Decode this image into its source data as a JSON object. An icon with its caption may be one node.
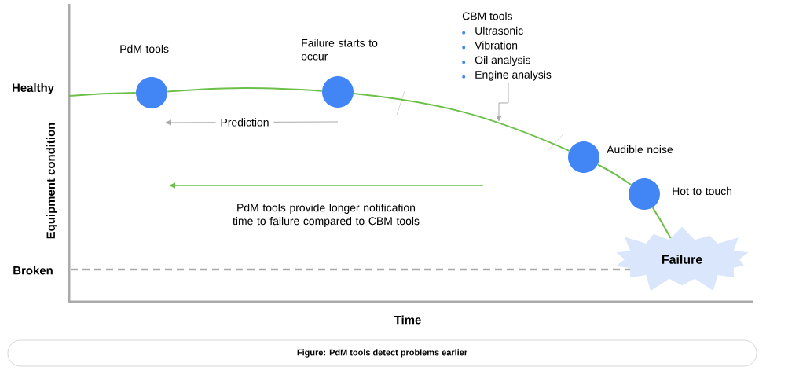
{
  "diagram": {
    "caption": "Figure: PdM tools detect problems earlier",
    "nodes": [
      {
        "text": [],
        "shape": "circle",
        "beside": [
          "PdM tools"
        ]
      },
      {
        "text": [],
        "shape": "circle",
        "beside": [
          "Failure starts to occur"
        ]
      },
      {
        "text": [
          "CBM tools",
          "Ultrasonic",
          "Vibration",
          "Oil analysis",
          "Engine analysis"
        ]
      },
      {
        "text": [],
        "shape": "circle",
        "beside": [
          "Audible noise"
        ]
      },
      {
        "text": [],
        "shape": "circle",
        "beside": [
          "Hot to touch"
        ]
      },
      {
        "text": [
          "Failure"
        ]
      }
    ],
    "edges": [
      {
        "from": null,
        "to": 0,
        "arrow": "none"
      },
      {
        "from": 0,
        "to": 1,
        "arrow": "none"
      },
      {
        "from": 1,
        "to": 3,
        "arrow": "none"
      },
      {
        "from": 3,
        "to": 4,
        "arrow": "none"
      },
      {
        "from": 4,
        "to": 5,
        "arrow": "none"
      },
      {
        "from": 1,
        "to": 0,
        "arrow": "to",
        "label": "Prediction",
        "color": "#aaaaaa"
      },
      {
        "from": 2,
        "to": null,
        "arrow": "to",
        "color": "#aaaaaa"
      }
    ],
    "labels": [
      "Healthy",
      "Equipment condition",
      "Broken",
      "PdM tools provide longer notification time to failure compared to CBM tools",
      "Time"
    ]
  }
}
